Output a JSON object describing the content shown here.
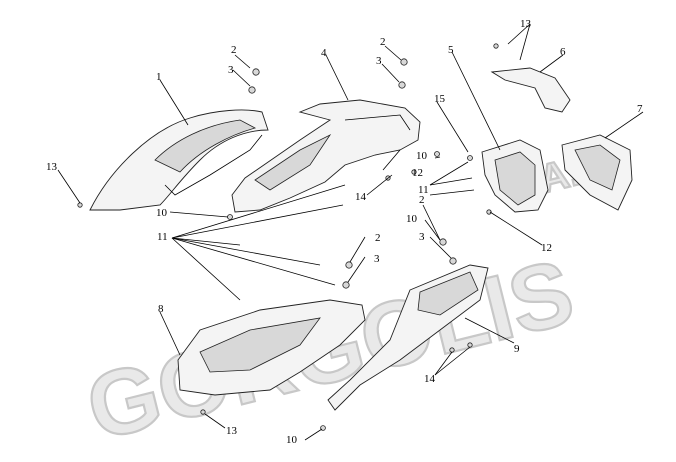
{
  "watermark": {
    "brand": "GORGOLIS",
    "suffix": "S.A."
  },
  "callouts": [
    {
      "id": "c1",
      "text": "1"
    },
    {
      "id": "c2a",
      "text": "2"
    },
    {
      "id": "c2b",
      "text": "2"
    },
    {
      "id": "c2c",
      "text": "2"
    },
    {
      "id": "c2d",
      "text": "2"
    },
    {
      "id": "c3a",
      "text": "3"
    },
    {
      "id": "c3b",
      "text": "3"
    },
    {
      "id": "c3c",
      "text": "3"
    },
    {
      "id": "c3d",
      "text": "3"
    },
    {
      "id": "c4",
      "text": "4"
    },
    {
      "id": "c5",
      "text": "5"
    },
    {
      "id": "c6",
      "text": "6"
    },
    {
      "id": "c7",
      "text": "7"
    },
    {
      "id": "c8",
      "text": "8"
    },
    {
      "id": "c9",
      "text": "9"
    },
    {
      "id": "c10a",
      "text": "10"
    },
    {
      "id": "c10b",
      "text": "10"
    },
    {
      "id": "c10c",
      "text": "10"
    },
    {
      "id": "c10d",
      "text": "10"
    },
    {
      "id": "c11a",
      "text": "11"
    },
    {
      "id": "c11b",
      "text": "11"
    },
    {
      "id": "c12a",
      "text": "12"
    },
    {
      "id": "c12b",
      "text": "12"
    },
    {
      "id": "c13a",
      "text": "13"
    },
    {
      "id": "c13b",
      "text": "13"
    },
    {
      "id": "c13c",
      "text": "13"
    },
    {
      "id": "c14a",
      "text": "14"
    },
    {
      "id": "c14b",
      "text": "14"
    },
    {
      "id": "c15",
      "text": "15"
    }
  ]
}
